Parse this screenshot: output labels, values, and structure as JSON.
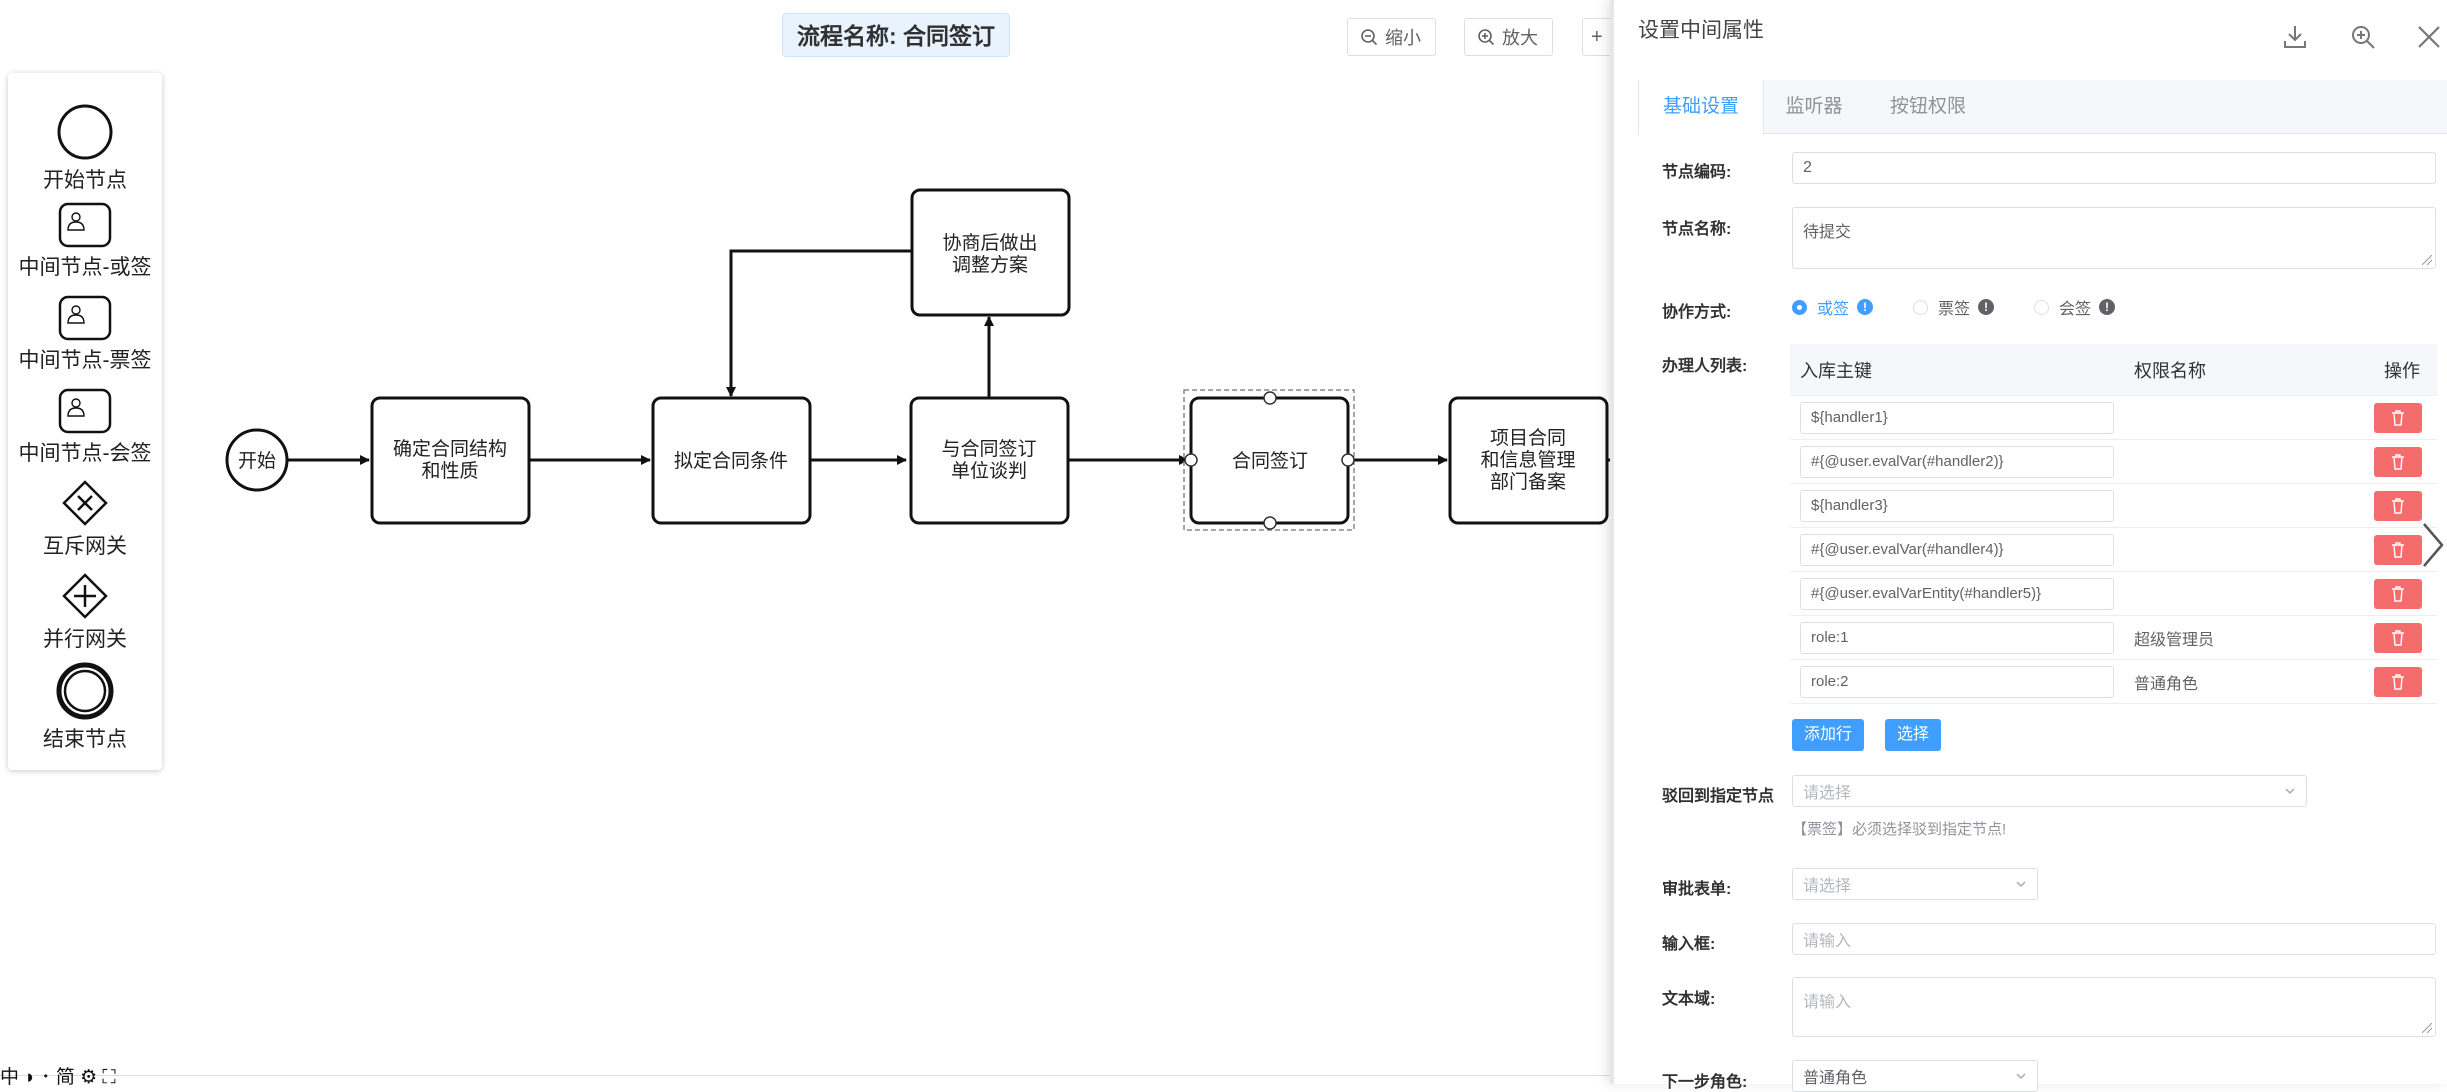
{
  "canvas": {
    "flow_title": "流程名称: 合同签订",
    "zoom_out_label": "缩小",
    "zoom_in_label": "放大",
    "palette": [
      {
        "label": "开始节点",
        "icon": "start-event-icon"
      },
      {
        "label": "中间节点-或签",
        "icon": "user-task-icon"
      },
      {
        "label": "中间节点-票签",
        "icon": "user-task-icon"
      },
      {
        "label": "中间节点-会签",
        "icon": "user-task-icon"
      },
      {
        "label": "互斥网关",
        "icon": "exclusive-gateway-icon"
      },
      {
        "label": "并行网关",
        "icon": "parallel-gateway-icon"
      },
      {
        "label": "结束节点",
        "icon": "end-event-icon"
      }
    ],
    "nodes": {
      "start": "开始",
      "n1_line1": "确定合同结构",
      "n1_line2": "和性质",
      "n2": "拟定合同条件",
      "n3_line1": "与合同签订",
      "n3_line2": "单位谈判",
      "n4_line1": "协商后做出",
      "n4_line2": "调整方案",
      "n5": "合同签订",
      "n6_line1": "项目合同",
      "n6_line2": "和信息管理",
      "n6_line3": "部门备案"
    },
    "bottom_bar": "中 ◗ ･ 简 ⚙ ⛶"
  },
  "panel": {
    "title": "设置中间属性",
    "tabs": [
      "基础设置",
      "监听器",
      "按钮权限"
    ],
    "active_tab": 0,
    "fields": {
      "node_code_label": "节点编码:",
      "node_code_value": "2",
      "node_name_label": "节点名称:",
      "node_name_value": "待提交",
      "cooperation_label": "协作方式:",
      "cooperation_options": [
        "或签",
        "票签",
        "会签"
      ],
      "cooperation_selected": "或签",
      "handler_list_label": "办理人列表:",
      "reject_label": "驳回到指定节点",
      "reject_placeholder": "请选择",
      "reject_hint": "【票签】必须选择驳到指定节点!",
      "approval_form_label": "审批表单:",
      "approval_form_placeholder": "请选择",
      "input_label": "输入框:",
      "input_placeholder": "请输入",
      "textarea_label": "文本域:",
      "textarea_placeholder": "请输入",
      "next_role_label": "下一步角色:",
      "next_role_value": "普通角色"
    },
    "table": {
      "headers": [
        "入库主键",
        "权限名称",
        "操作"
      ],
      "rows": [
        {
          "key": "${handler1}",
          "name": ""
        },
        {
          "key": "#{@user.evalVar(#handler2)}",
          "name": ""
        },
        {
          "key": "${handler3}",
          "name": ""
        },
        {
          "key": "#{@user.evalVar(#handler4)}",
          "name": ""
        },
        {
          "key": "#{@user.evalVarEntity(#handler5)}",
          "name": ""
        },
        {
          "key": "role:1",
          "name": "超级管理员"
        },
        {
          "key": "role:2",
          "name": "普通角色"
        }
      ]
    },
    "add_row_label": "添加行",
    "select_label": "选择"
  },
  "colors": {
    "primary": "#409eff",
    "danger": "#f56c6c",
    "title_bg": "#e8f3fe"
  }
}
